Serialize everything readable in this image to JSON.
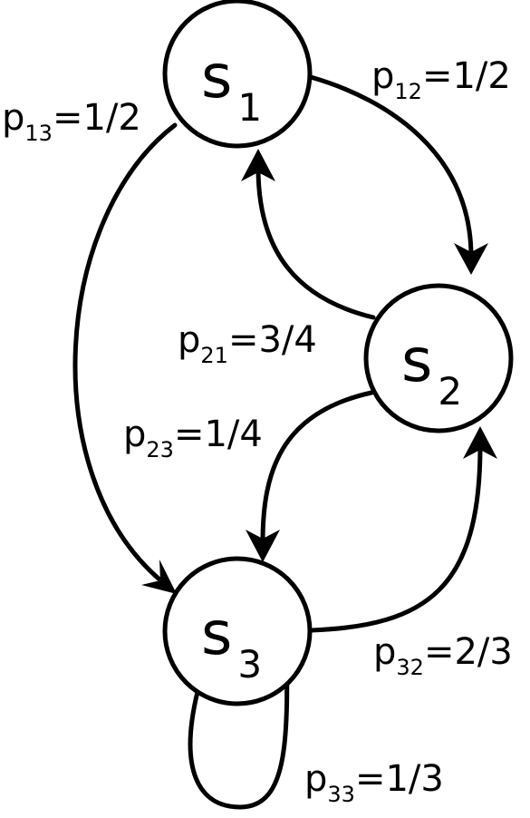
{
  "states": [
    {
      "id": "s1",
      "letter": "s",
      "subscript": "1"
    },
    {
      "id": "s2",
      "letter": "s",
      "subscript": "2"
    },
    {
      "id": "s3",
      "letter": "s",
      "subscript": "3"
    }
  ],
  "transitions": [
    {
      "from": "s1",
      "to": "s2",
      "symbol": "p",
      "index": "12",
      "value": "=1/2"
    },
    {
      "from": "s1",
      "to": "s3",
      "symbol": "p",
      "index": "13",
      "value": "=1/2"
    },
    {
      "from": "s2",
      "to": "s1",
      "symbol": "p",
      "index": "21",
      "value": "=3/4"
    },
    {
      "from": "s2",
      "to": "s3",
      "symbol": "p",
      "index": "23",
      "value": "=1/4"
    },
    {
      "from": "s3",
      "to": "s2",
      "symbol": "p",
      "index": "32",
      "value": "=2/3"
    },
    {
      "from": "s3",
      "to": "s3",
      "symbol": "p",
      "index": "33",
      "value": "=1/3"
    }
  ]
}
